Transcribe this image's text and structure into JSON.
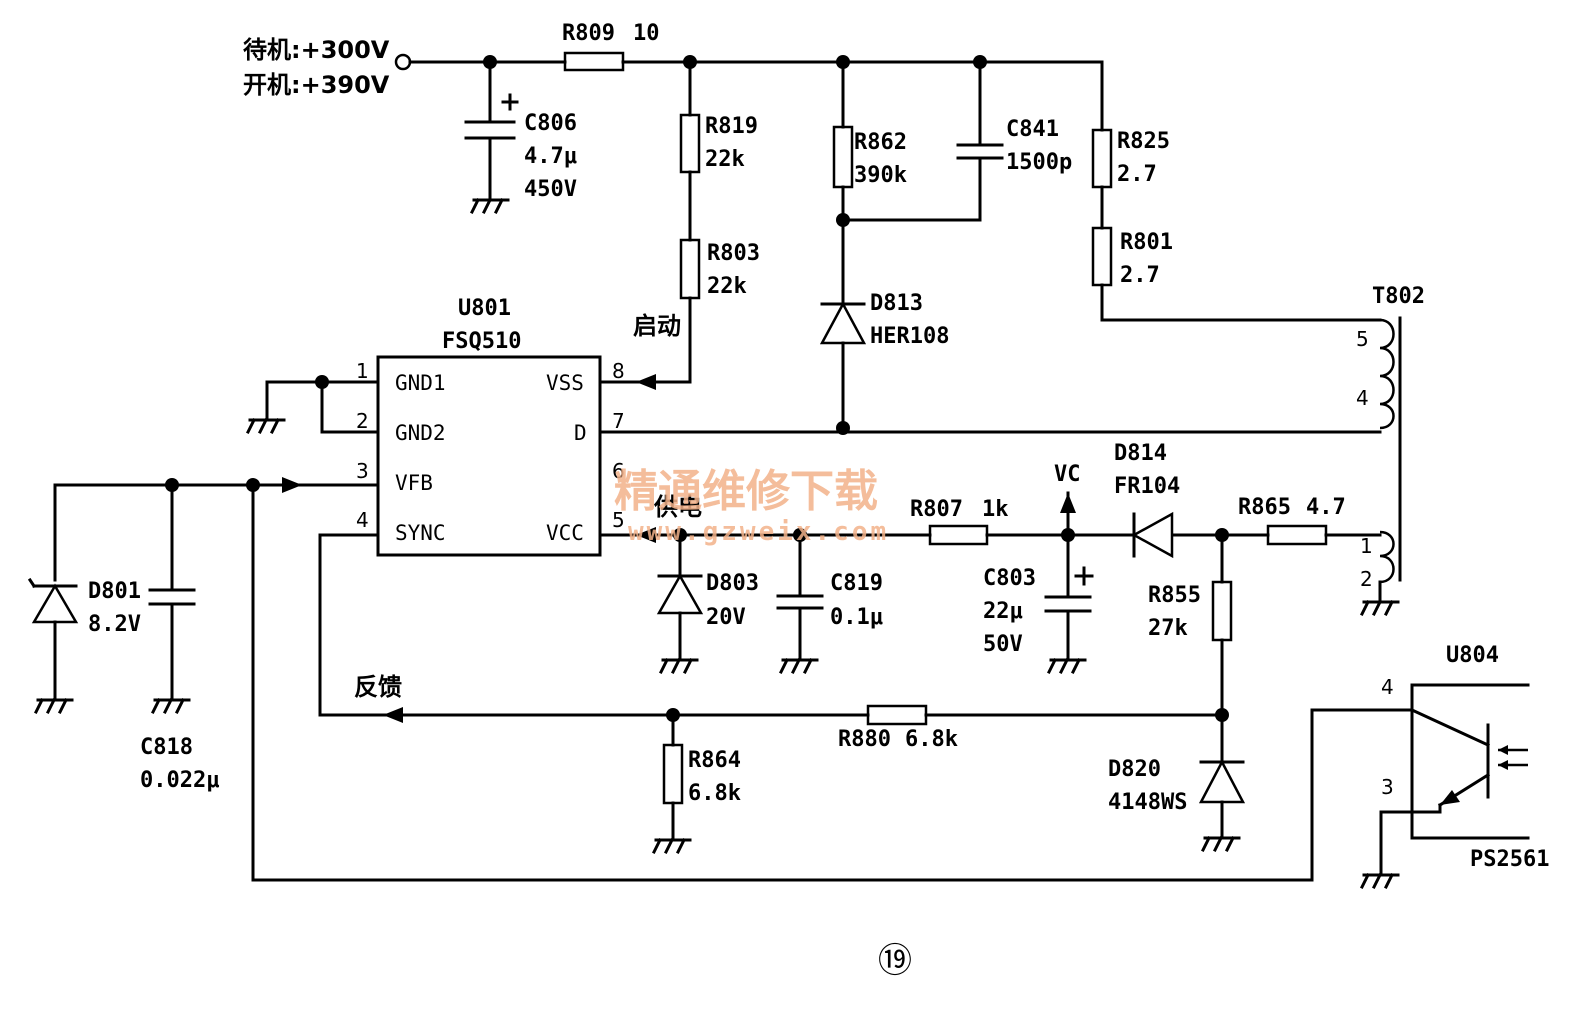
{
  "input": {
    "standby": "待机:+300V",
    "on": "开机:+390V"
  },
  "ic": {
    "name": "U801",
    "part": "FSQ510",
    "pins": [
      {
        "num": "1",
        "name": "GND1"
      },
      {
        "num": "2",
        "name": "GND2"
      },
      {
        "num": "3",
        "name": "VFB"
      },
      {
        "num": "4",
        "name": "SYNC"
      },
      {
        "num": "8",
        "name": "VSS"
      },
      {
        "num": "7",
        "name": "D"
      },
      {
        "num": "6",
        "name": ""
      },
      {
        "num": "5",
        "name": "VCC"
      }
    ]
  },
  "components": {
    "R809": {
      "ref": "R809",
      "val": "10"
    },
    "C806": {
      "ref": "C806",
      "val": "4.7μ",
      "volt": "450V"
    },
    "R819": {
      "ref": "R819",
      "val": "22k"
    },
    "R803": {
      "ref": "R803",
      "val": "22k"
    },
    "R862": {
      "ref": "R862",
      "val": "390k"
    },
    "C841": {
      "ref": "C841",
      "val": "1500p"
    },
    "R825": {
      "ref": "R825",
      "val": "2.7"
    },
    "R801": {
      "ref": "R801",
      "val": "2.7"
    },
    "D813": {
      "ref": "D813",
      "val": "HER108"
    },
    "T802": {
      "ref": "T802",
      "p5": "5",
      "p4": "4",
      "p1": "1",
      "p2": "2"
    },
    "D801": {
      "ref": "D801",
      "val": "8.2V"
    },
    "C818": {
      "ref": "C818",
      "val": "0.022μ"
    },
    "D803": {
      "ref": "D803",
      "val": "20V"
    },
    "C819": {
      "ref": "C819",
      "val": "0.1μ"
    },
    "R807": {
      "ref": "R807",
      "val": "1k"
    },
    "C803": {
      "ref": "C803",
      "val": "22μ",
      "volt": "50V"
    },
    "D814": {
      "ref": "D814",
      "val": "FR104"
    },
    "R865": {
      "ref": "R865",
      "val": "4.7"
    },
    "R855": {
      "ref": "R855",
      "val": "27k"
    },
    "R880": {
      "ref": "R880",
      "val": "6.8k"
    },
    "R864": {
      "ref": "R864",
      "val": "6.8k"
    },
    "D820": {
      "ref": "D820",
      "val": "4148WS"
    },
    "U804": {
      "ref": "U804",
      "part": "PS2561",
      "p4": "4",
      "p3": "3"
    }
  },
  "labels": {
    "start": "启动",
    "supply": "供电",
    "feedback": "反馈",
    "vc": "VC"
  },
  "watermark": {
    "cn": "精通维修下载",
    "url": "www.gzweix.com"
  },
  "figure_number": "⑲"
}
